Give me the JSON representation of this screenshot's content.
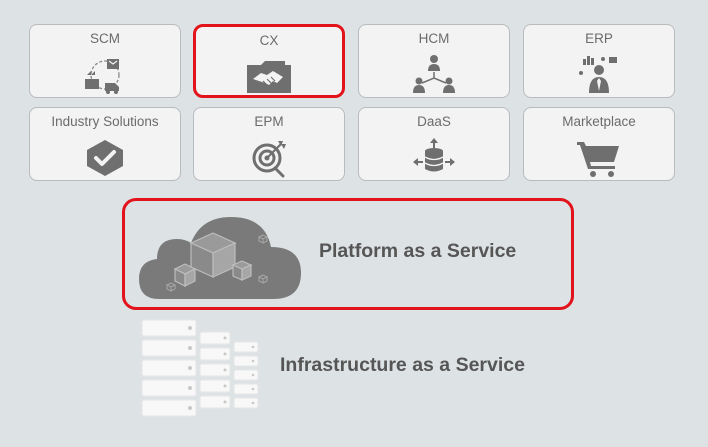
{
  "tiles": [
    {
      "label": "SCM",
      "icon": "supply-chain-icon"
    },
    {
      "label": "CX",
      "icon": "handshake-icon",
      "highlighted": true
    },
    {
      "label": "HCM",
      "icon": "org-chart-icon"
    },
    {
      "label": "ERP",
      "icon": "business-analytics-icon"
    },
    {
      "label": "Industry Solutions",
      "icon": "shield-check-icon"
    },
    {
      "label": "EPM",
      "icon": "target-icon"
    },
    {
      "label": "DaaS",
      "icon": "database-arrows-icon"
    },
    {
      "label": "Marketplace",
      "icon": "shopping-cart-icon"
    }
  ],
  "platform": {
    "label": "Platform as a Service",
    "icon": "cloud-cubes-icon",
    "highlighted": true
  },
  "infrastructure": {
    "label": "Infrastructure as a Service",
    "icon": "servers-icon"
  },
  "colors": {
    "background": "#dde2e4",
    "tile": "#f3f3f3",
    "highlight": "#e3131b",
    "icon": "#6f6f6f",
    "text": "#565656"
  }
}
